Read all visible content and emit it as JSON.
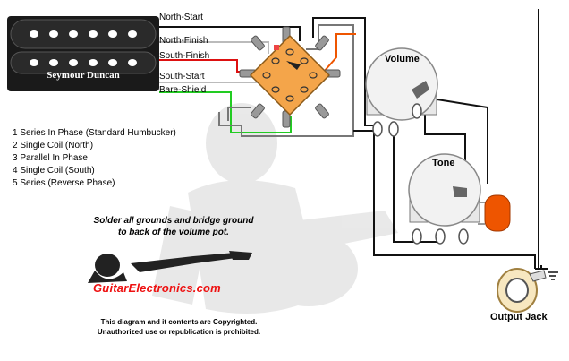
{
  "pickup": {
    "brand": "Seymour Duncan"
  },
  "wires": {
    "north_start": "North-Start",
    "north_finish": "North-Finish",
    "south_finish": "South-Finish",
    "south_start": "South-Start",
    "bare_shield": "Bare-Shield"
  },
  "positions": [
    "1 Series In Phase (Standard Humbucker)",
    "2 Single Coil (North)",
    "3 Parallel In Phase",
    "4 Single Coil (South)",
    "5 Series (Reverse Phase)"
  ],
  "pots": {
    "volume": "Volume",
    "tone": "Tone"
  },
  "jack": "Output Jack",
  "note": {
    "line1": "Solder all grounds and bridge ground",
    "line2": "to back of the volume pot."
  },
  "brand": "GuitarElectronics.com",
  "copyright": {
    "line1": "This diagram and it contents are Copyrighted.",
    "line2": "Unauthorized use or republication is prohibited."
  },
  "colors": {
    "north_start": "#111111",
    "north_finish": "#ffffff",
    "south_finish": "#dd1111",
    "south_start": "#ffffff",
    "bare_shield": "#22cc22",
    "switch_body": "#f4a54a",
    "capacitor": "#ee5500",
    "brand_red": "#ee1111"
  }
}
